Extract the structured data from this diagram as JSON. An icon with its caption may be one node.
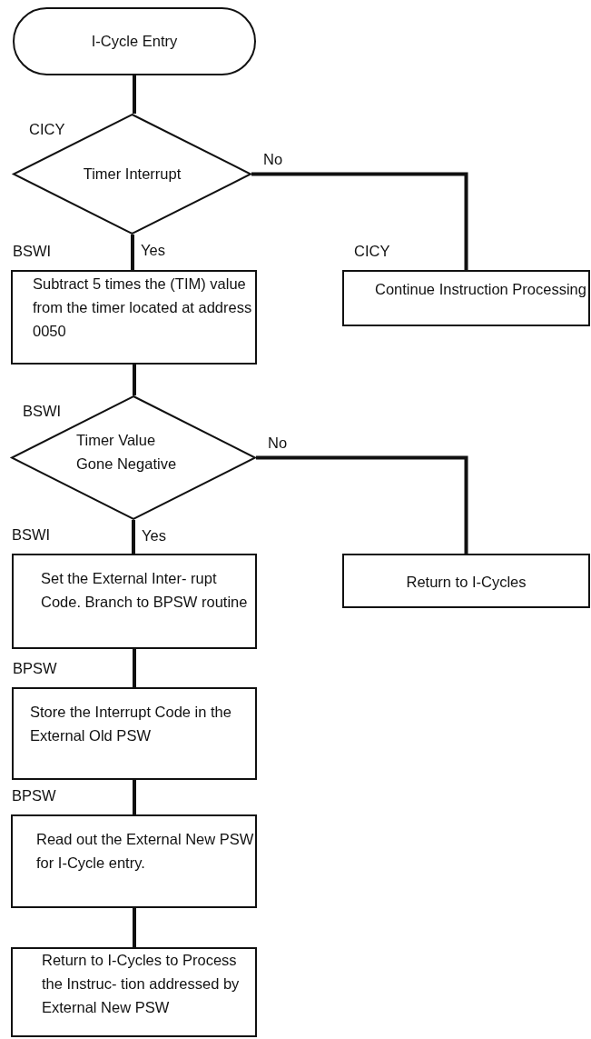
{
  "diagram": {
    "nodes": [
      {
        "text": [
          "I-Cycle Entry"
        ]
      },
      {
        "text": [
          "Timer Interrupt"
        ],
        "beside": [
          "CICY"
        ]
      },
      {
        "text": [
          "Subtract 5 times the (TIM) value from the timer located at address 0050"
        ],
        "beside": [
          "BSWI"
        ]
      },
      {
        "text": [
          "Continue Instruction Processing"
        ],
        "beside": [
          "CICY"
        ]
      },
      {
        "text": [
          "Timer Value Gone Negative"
        ],
        "beside": [
          "BSWI"
        ]
      },
      {
        "text": [
          "Set the External Inter- rupt Code.  Branch to BPSW routine"
        ],
        "beside": [
          "BSWI"
        ]
      },
      {
        "text": [
          "Return to I-Cycles"
        ]
      },
      {
        "text": [
          "Store the Interrupt Code in the External Old PSW"
        ],
        "beside": [
          "BPSW"
        ]
      },
      {
        "text": [
          "Read out the External New PSW for I-Cycle entry."
        ],
        "beside": [
          "BPSW"
        ]
      },
      {
        "text": [
          "Return to I-Cycles to Process the Instruc- tion addressed by External New PSW"
        ]
      }
    ],
    "edges": [
      {
        "from": 0,
        "to": 1,
        "arrow": "none"
      },
      {
        "from": 1,
        "to": 2,
        "arrow": "none",
        "label": "Yes"
      },
      {
        "from": 1,
        "to": 3,
        "arrow": "none",
        "label": "No"
      },
      {
        "from": 2,
        "to": 4,
        "arrow": "none"
      },
      {
        "from": 4,
        "to": 5,
        "arrow": "none",
        "label": "Yes"
      },
      {
        "from": 4,
        "to": 6,
        "arrow": "none",
        "label": "No"
      },
      {
        "from": 5,
        "to": 7,
        "arrow": "none"
      },
      {
        "from": 7,
        "to": 8,
        "arrow": "none"
      },
      {
        "from": 8,
        "to": 9,
        "arrow": "none"
      }
    ]
  }
}
